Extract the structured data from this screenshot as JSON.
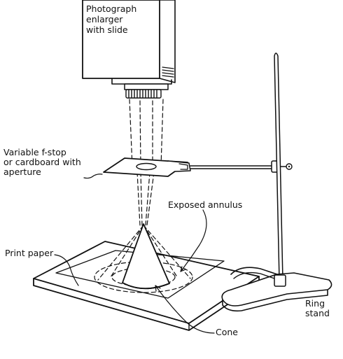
{
  "labels": {
    "enlarger": "Photograph\nenlarger\nwith slide",
    "aperture": "Variable f-stop\nor cardboard with\naperture",
    "annulus": "Exposed annulus",
    "paper": "Print paper",
    "cone": "Cone",
    "stand": "Ring\nstand"
  },
  "colors": {
    "ink": "#111111",
    "paper": "#ffffff"
  }
}
